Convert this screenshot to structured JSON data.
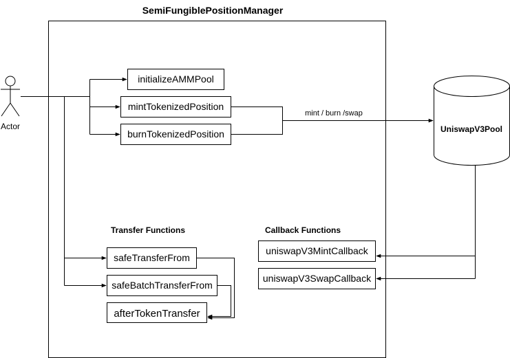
{
  "container": {
    "title": "SemiFungiblePositionManager"
  },
  "actor": {
    "label": "Actor"
  },
  "functions": {
    "initialize": "initializeAMMPool",
    "mint": "mintTokenizedPosition",
    "burn": "burnTokenizedPosition"
  },
  "edge": {
    "label": "mint / burn /swap"
  },
  "pool": {
    "label": "UniswapV3Pool"
  },
  "transfer": {
    "heading": "Transfer Functions",
    "safe_transfer_from": "safeTransferFrom",
    "safe_batch_transfer_from": "safeBatchTransferFrom",
    "after_token_transfer": "afterTokenTransfer"
  },
  "callback": {
    "heading": "Callback Functions",
    "mint_callback": "uniswapV3MintCallback",
    "swap_callback": "uniswapV3SwapCallback"
  }
}
